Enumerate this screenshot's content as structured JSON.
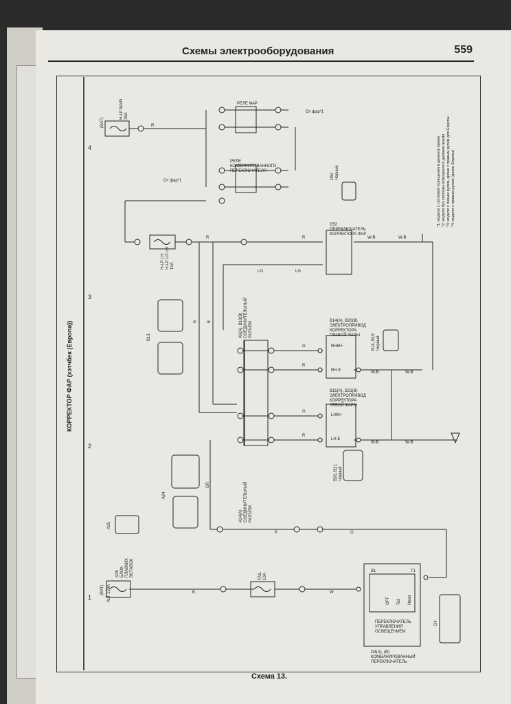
{
  "header": {
    "title": "Схемы электрооборудования",
    "page_number": "559"
  },
  "caption": "Схема 13.",
  "diagram": {
    "title": "КОРРЕКТОР ФАР (хэтчбек (Европа))",
    "grid_numbers": [
      "1",
      "2",
      "3",
      "4"
    ],
    "bat_labels": [
      "(BAT)",
      "(BAT)"
    ],
    "fuse_main": "H-LP MAIN\n30A",
    "relay_headlight": "РЕЛЕ ФАР",
    "relay_combined": "РЕЛЕ\nКОМБИНИРОВАННОГО\nПЕРЕКЛЮЧАТЕЛЯ",
    "from_headlight": "От фар*1",
    "fuse_hlp": "H-LP LH\nH-LP LO LH\n10A",
    "fuse_box": "A26\nБЛОК\nПЛАВКИХ\nВСТАВОК",
    "fuse_alt": "ALT 120A",
    "fuse_tail": "TAIL\n10A",
    "connector_b13": "B13",
    "connector_a24": "A24",
    "connector_a25": "A25",
    "joint_connector_1": "A9(A), B13(B)\nСОЕДИНИТЕЛЬНЫЙ\nРАЗЪЕМ",
    "joint_connector_2": "A24(A)\nСОЕДИНИТЕЛЬНЫЙ\nРАЗЪЕМ",
    "switch_d52": "D52\nПЕРЕКЛЮЧАТЕЛЬ\nКОРРЕКТОРА ФАР",
    "d52_color": "D52\nЧерный",
    "actuator_right": "B14(A), B20(B)\nЭЛЕКТРОПРИВОД\nКОРРЕКТОРА\nПРАВОЙ ФАРЫ",
    "actuator_right_connector": "B14, B15\nЧерный",
    "actuator_left": "B15(A), B21(B)\nЭЛЕКТРОПРИВОД\nКОРРЕКТОРА\nЛЕВОЙ ФАРЫ",
    "actuator_left_connector": "B20, B21\nЧерный",
    "rhm_pin": "RHM+",
    "rh_pin": "RH E",
    "lhm_pin": "LHM+",
    "lh_pin": "LH E",
    "switch_label": "ПЕРЕКЛЮЧАТЕЛЬ\nУПРАВЛЕНИЯ\nОСВЕЩЕНИЕМ",
    "combined_switch": "D4(A), (B)\nКОМБИНИРОВАННЫЙ\nПЕРЕКЛЮЧАТЕЛЬ",
    "switch_positions": [
      "OFF",
      "Tail",
      "Head"
    ],
    "switch_terminals": [
      "B1",
      "T1"
    ],
    "connector_d4": "D4",
    "wire_colors": [
      "R",
      "B",
      "LG",
      "W-B",
      "G",
      "GR",
      "P",
      "W",
      "R-W"
    ],
    "notes": [
      "*1: модели с системой освещения в дневное время",
      "*2: модели без системы освещения в дневное время",
      "*3: модели с левым рулем, кроме с правым рулем для Европы",
      "*4: модели с правым рулем (кроме Европы)"
    ]
  }
}
